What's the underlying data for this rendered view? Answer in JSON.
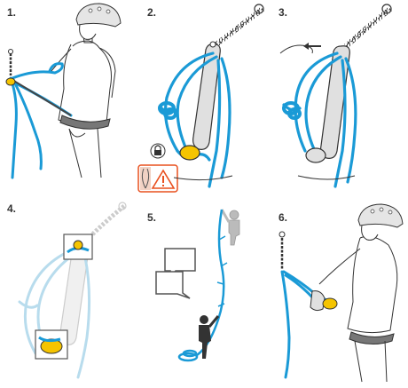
{
  "steps": [
    {
      "label": "1."
    },
    {
      "label": "2."
    },
    {
      "label": "3."
    },
    {
      "label": "4."
    },
    {
      "label": "5."
    },
    {
      "label": "6."
    }
  ],
  "colors": {
    "rope": "#1a9ad6",
    "rope_dark": "#0e6f9f",
    "rope_faded": "#b8dced",
    "device": "#f5c400",
    "outline": "#333333",
    "warning": "#e9501f",
    "grey": "#bbbbbb"
  },
  "icons": [
    "padlock-icon",
    "warning-icon",
    "speech-bubble-icon"
  ]
}
